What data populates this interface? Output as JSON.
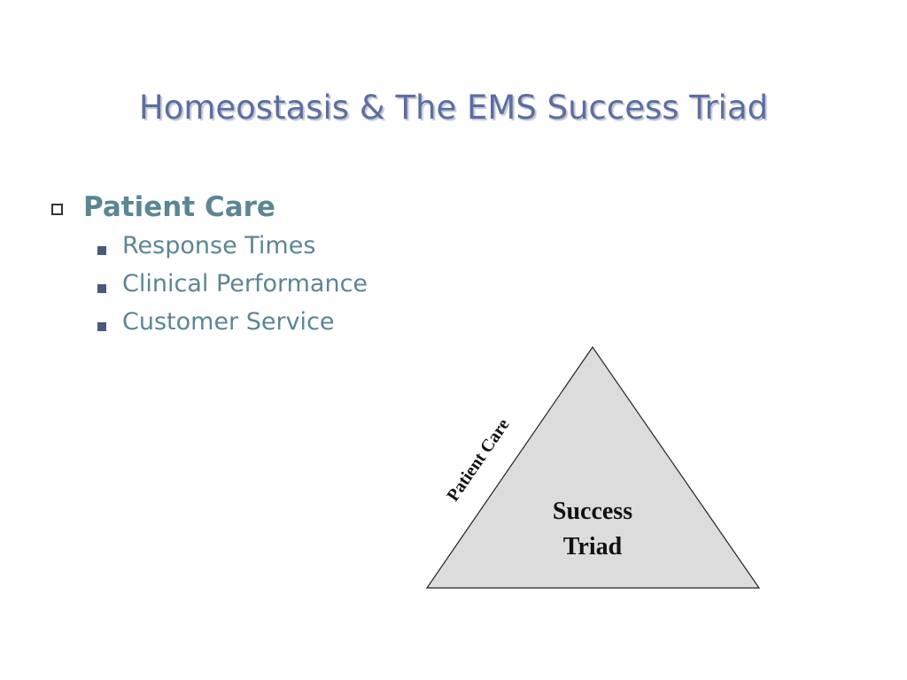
{
  "slide": {
    "title": "Homeostasis & The EMS Success Triad"
  },
  "bullets": {
    "primary": "Patient Care",
    "items": [
      "Response Times",
      "Clinical Performance",
      "Customer Service"
    ]
  },
  "diagram": {
    "side_label": "Patient Care",
    "center_line1": "Success",
    "center_line2": "Triad",
    "fill_color": "#dcdcdc",
    "stroke_color": "#222222"
  },
  "colors": {
    "title": "#5a6ea2",
    "bullet_text": "#5b8694",
    "bullet_marker": "#4a5a7e"
  }
}
